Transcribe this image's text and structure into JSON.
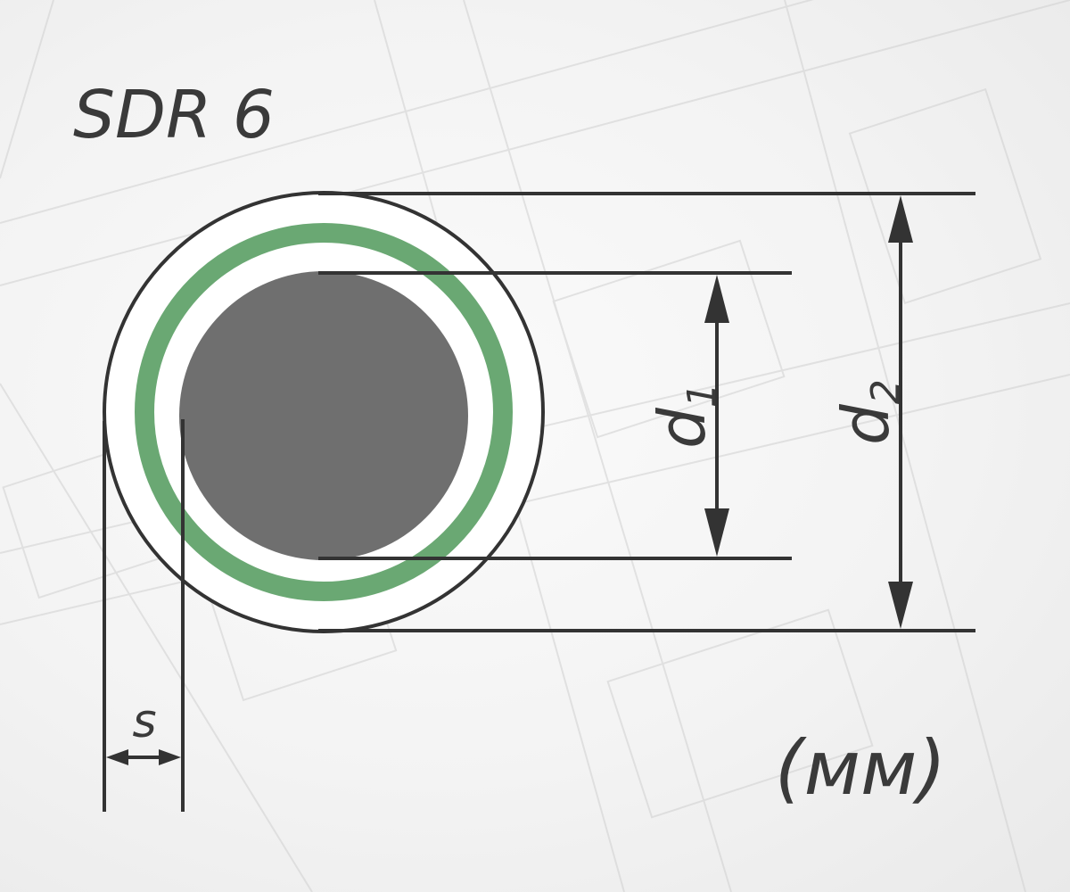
{
  "title": "SDR 6",
  "labels": {
    "inner_diameter": "d",
    "inner_diameter_sub": "1",
    "outer_diameter": "d",
    "outer_diameter_sub": "2",
    "wall_thickness": "s",
    "units": "(мм)"
  },
  "colors": {
    "line": "#333333",
    "core_fill": "#6f6f6f",
    "ring": "#6aa873",
    "pipe_fill": "#ffffff",
    "background_sketch": "#d0d0d0"
  }
}
